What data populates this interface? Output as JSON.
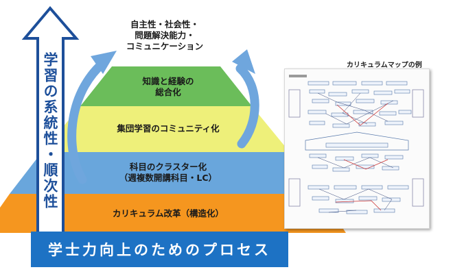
{
  "diagram": {
    "levels": [
      {
        "lines": [
          "自主性・社会性・",
          "問題解決能力・",
          "コミュニケーション"
        ],
        "color": "#ffffff"
      },
      {
        "lines": [
          "知識と経験の",
          "総合化"
        ],
        "color": "#6bbd5a"
      },
      {
        "lines": [
          "集団学習のコミュニティ化"
        ],
        "color": "#eef07a"
      },
      {
        "lines": [
          "科目のクラスター化",
          "（週複数開講科目・LC）"
        ],
        "color": "#69a6dc"
      },
      {
        "lines": [
          "カリキュラム改革（構造化）"
        ],
        "color": "#f5961f"
      }
    ],
    "vertical_label": "学習の系統性・順次性",
    "banner": "学士力向上のためのプロセス",
    "map_title": "カリキュラムマップの例",
    "colors": {
      "arrow": "#1d4f9a",
      "banner": "#1d72c4",
      "cycle": "#6fa6dd"
    }
  }
}
